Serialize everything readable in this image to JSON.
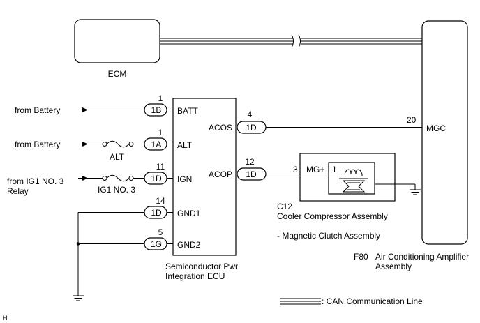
{
  "components": {
    "ecm": "ECM",
    "air_con_amplifier": {
      "ref": "F80",
      "name_line1": "Air Conditioning Amplifier",
      "name_line2": "Assembly",
      "terminal_mgc": "MGC",
      "pin_mgc": "20"
    },
    "integration_ecu": {
      "name_line1": "Semiconductor Pwr",
      "name_line2": "Integration ECU",
      "terminals": [
        "BATT",
        "ALT",
        "IGN",
        "GND1",
        "GND2",
        "ACOS",
        "ACOP"
      ]
    },
    "compressor": {
      "ref": "C12",
      "name": "Cooler Compressor Assembly",
      "sub": "- Magnetic Clutch Assembly",
      "terminal": "MG+",
      "pin_in": "3",
      "pin_coil": "1"
    }
  },
  "connectors": {
    "batt": {
      "pin": "1",
      "code": "1B"
    },
    "alt": {
      "pin": "1",
      "code": "1A"
    },
    "ign": {
      "pin": "11",
      "code": "1D"
    },
    "gnd1": {
      "pin": "14",
      "code": "1D"
    },
    "gnd2": {
      "pin": "5",
      "code": "1G"
    },
    "acos": {
      "pin": "4",
      "code": "1D"
    },
    "acop": {
      "pin": "12",
      "code": "1D"
    }
  },
  "sources": {
    "battery1": "from Battery",
    "battery2": "from Battery",
    "ig1_line1": "from IG1 NO. 3",
    "ig1_line2": "Relay"
  },
  "fuses": {
    "alt": "ALT",
    "ig1": "IG1 NO. 3"
  },
  "legend": {
    "can": ": CAN Communication Line"
  },
  "corner_mark": "H"
}
